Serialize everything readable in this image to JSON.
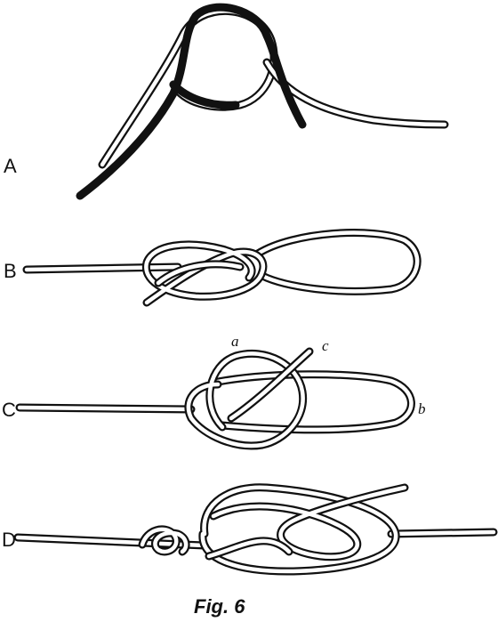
{
  "figure": {
    "caption": "Fig. 6",
    "panels": [
      {
        "label": "A"
      },
      {
        "label": "B"
      },
      {
        "label": "C",
        "points": [
          "a",
          "b",
          "c"
        ]
      },
      {
        "label": "D"
      }
    ]
  }
}
